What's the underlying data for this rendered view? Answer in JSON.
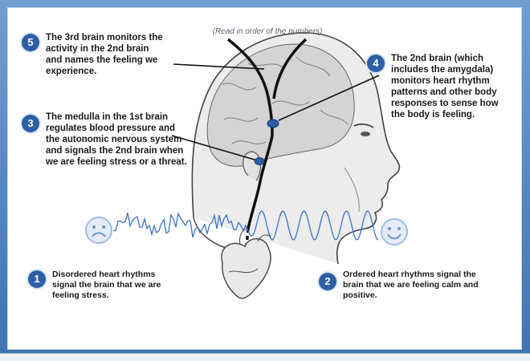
{
  "note": "(Read in order of the numbers)",
  "steps": [
    {
      "number": "5",
      "text": "The 3rd brain monitors the activity in the 2nd brain and names the feeling we experience."
    },
    {
      "number": "4",
      "text": "The 2nd brain (which includes the amygdala) monitors heart rhythm patterns and other body responses to sense how the body is feeling."
    },
    {
      "number": "3",
      "text": "The medulla in the 1st brain regulates blood pressure and the autonomic nervous system and signals the 2nd brain when we are feeling stress or a threat."
    },
    {
      "number": "1",
      "text": "Disordered heart rhythms signal the brain that we are feeling stress."
    },
    {
      "number": "2",
      "text": "Ordered heart rhythms signal the brain that we are feeling calm and positive."
    }
  ],
  "icons": [
    "sad-face-icon",
    "happy-face-icon",
    "head-profile-illustration",
    "heart-illustration"
  ],
  "colors": {
    "badge": "#2e5fa6",
    "wave": "#3d73c4",
    "face": "#9fbde6",
    "frame": "#4d7fb8"
  }
}
